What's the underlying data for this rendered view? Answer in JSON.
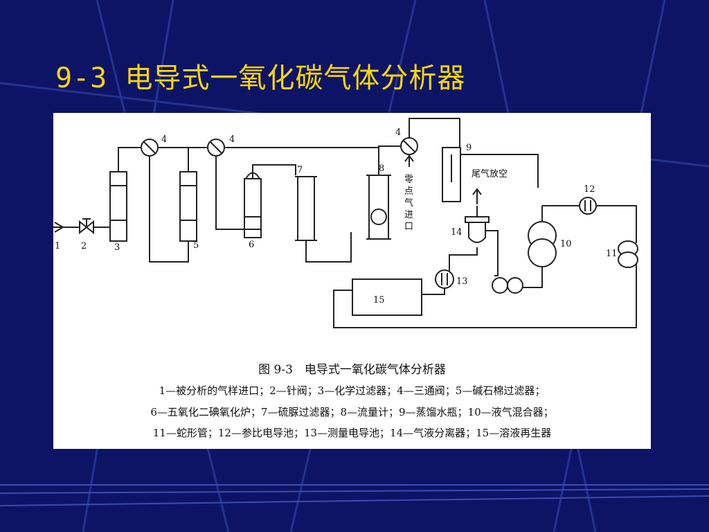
{
  "slide": {
    "title": "9-3  电导式一氧化碳气体分析器",
    "colors": {
      "background": "#0d1466",
      "title": "#ffd700",
      "figure_bg": "#ffffff"
    }
  },
  "figure": {
    "caption": "图 9-3　电导式一氧化碳气体分析器",
    "legend_lines": [
      "1—被分析的气样进口；2—针阀；3—化学过滤器；4—三通阀；5—碱石棉过滤器；",
      "6—五氧化二碘氧化炉；7—硫脲过滤器；8—流量计；9—蒸馏水瓶；10—液气混合器；",
      "11—蛇形管；12—参比电导池；13—测量电导池；14—气液分离器；15—溶液再生器"
    ]
  },
  "diagram": {
    "labels": {
      "n1": "1",
      "n2": "2",
      "n3": "3",
      "n4a": "4",
      "n4b": "4",
      "n4c": "4",
      "n5": "5",
      "n6": "6",
      "n7": "7",
      "n8": "8",
      "n9": "9",
      "n10": "10",
      "n11": "11",
      "n12": "12",
      "n13": "13",
      "n14": "14",
      "n15": "15",
      "zero_gas_inlet_chars": [
        "零",
        "点",
        "气",
        "进",
        "口"
      ],
      "tail_gas_vent": "尾气放空"
    }
  }
}
